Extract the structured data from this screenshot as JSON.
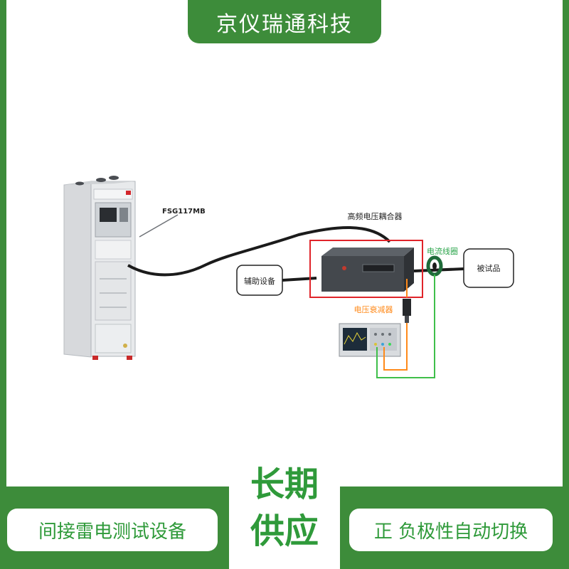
{
  "header": {
    "title": "京仪瑞通科技"
  },
  "diagram": {
    "device_model": "FSG117MB",
    "coupler_label": "高频电压耦合器",
    "aux_label": "辅助设备",
    "coil_label": "电流线圈",
    "eut_label": "被试品",
    "attenuator_label": "电压衰减器"
  },
  "footer": {
    "left": "间接雷电测试设备",
    "middle_line1": "长期",
    "middle_line2": "供应",
    "right": "正 负极性自动切换"
  },
  "colors": {
    "brand_green": "#3d8c3a",
    "text_green": "#2f9a3a",
    "highlight_red": "#e0242a",
    "wire_orange": "#ff8a1a",
    "wire_green": "#3fbf4a"
  }
}
